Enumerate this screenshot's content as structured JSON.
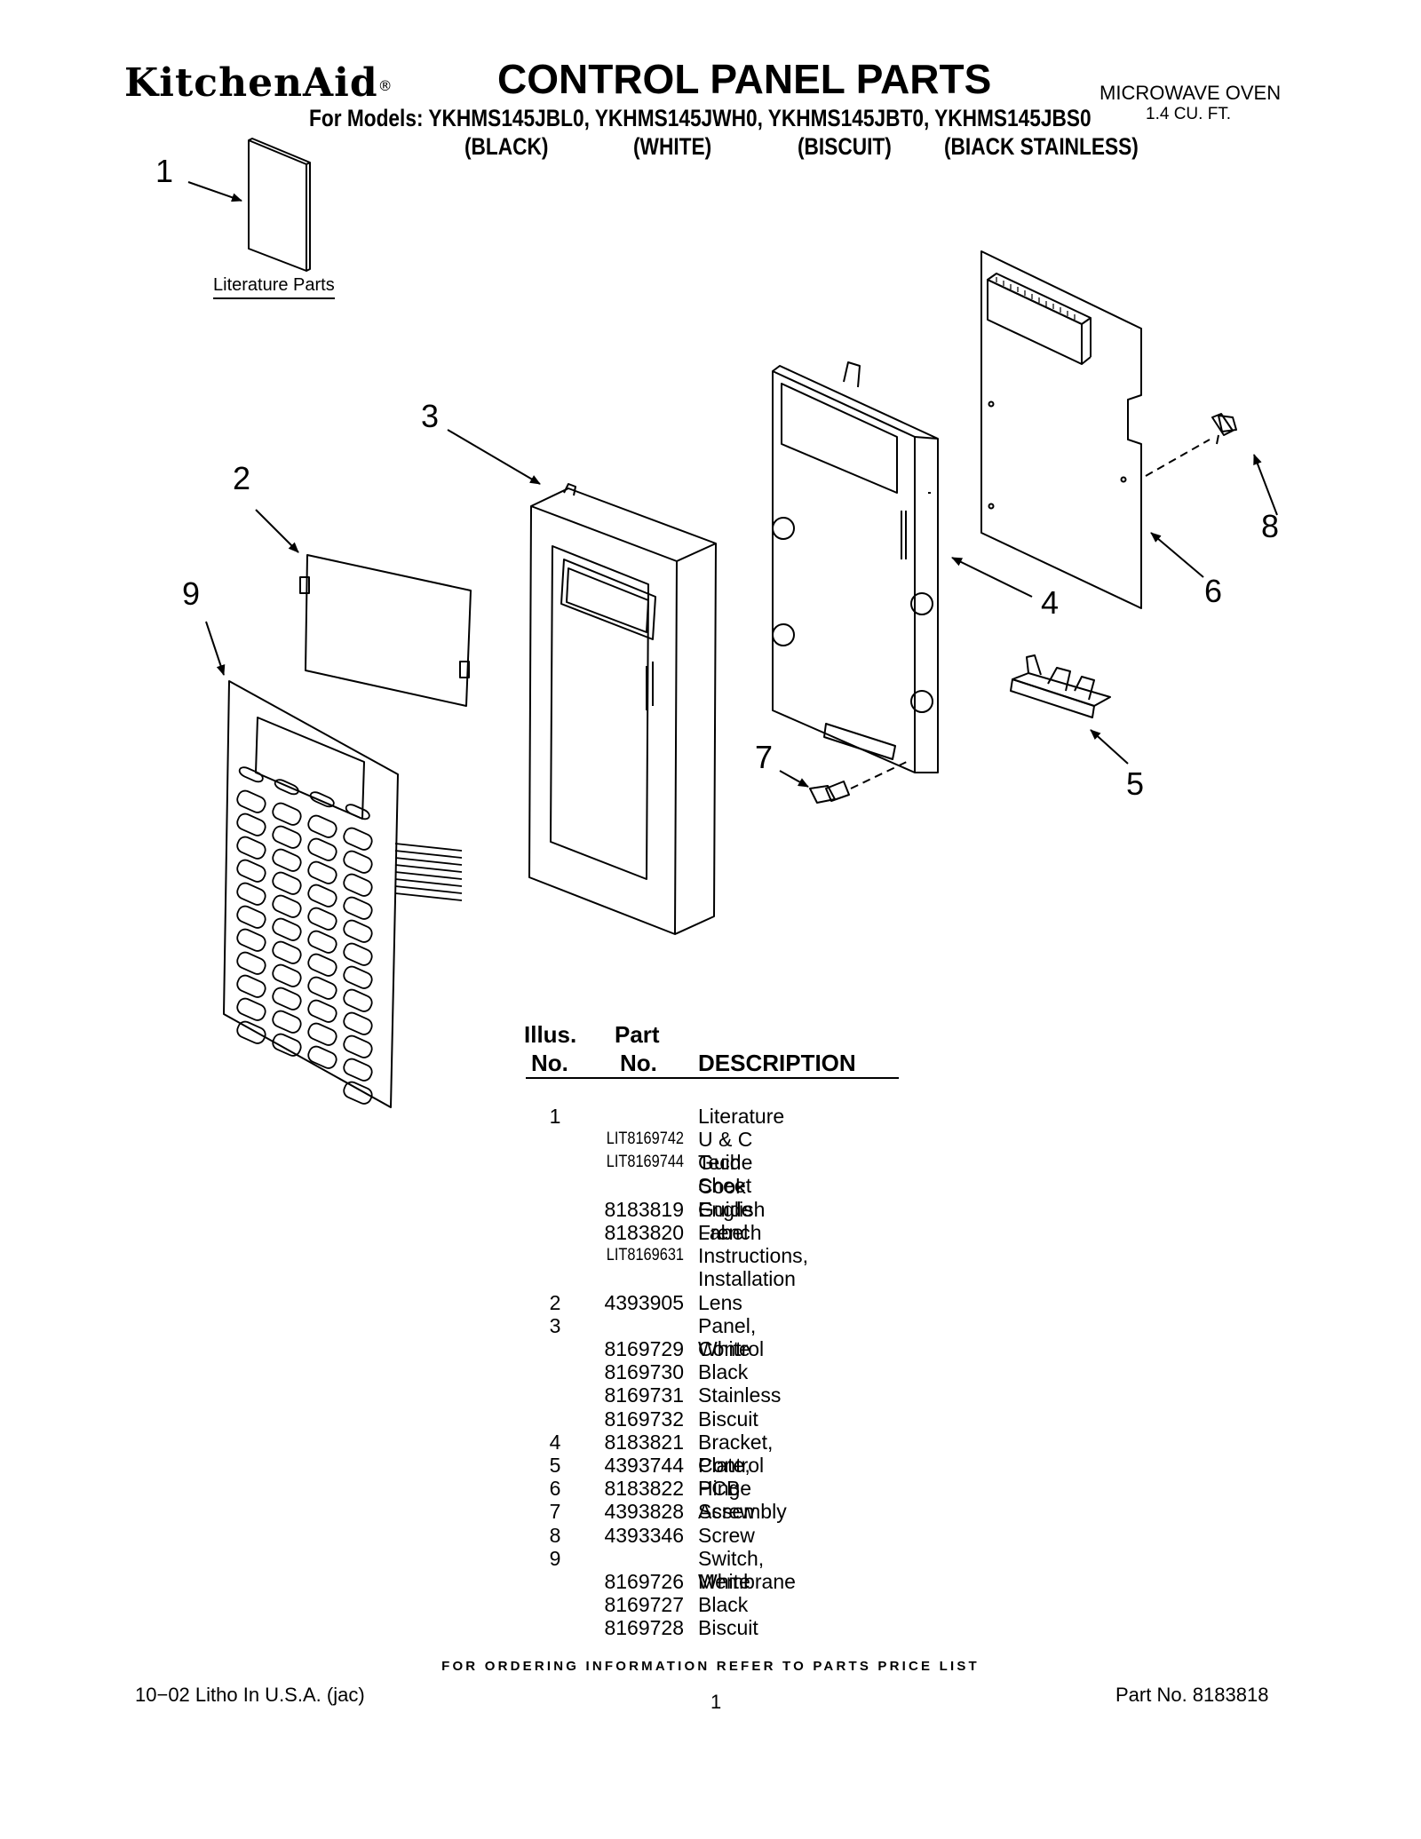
{
  "header": {
    "brand": "KitchenAid",
    "brand_mark": "®",
    "title": "CONTROL PANEL PARTS",
    "product_line1": "MICROWAVE OVEN",
    "product_line2": "1.4 CU. FT.",
    "models": "For Models: YKHMS145JBL0, YKHMS145JWH0, YKHMS145JBT0, YKHMS145JBS0",
    "colors": [
      "(BLACK)",
      "(WHITE)",
      "(BISCUIT)",
      "(BIACK STAINLESS)"
    ]
  },
  "diagram": {
    "literature_label": "Literature Parts",
    "callouts": [
      "1",
      "2",
      "3",
      "4",
      "5",
      "6",
      "7",
      "8",
      "9"
    ]
  },
  "parts_table": {
    "col_illus": [
      "Illus.",
      "No."
    ],
    "col_part": [
      "Part",
      "No."
    ],
    "col_desc": "DESCRIPTION",
    "rows": [
      {
        "illus": "1",
        "part": "",
        "desc": "Literature"
      },
      {
        "illus": "",
        "part": "LIT8169742",
        "desc": "U & C Guide"
      },
      {
        "illus": "",
        "part": "LIT8169744",
        "desc": "Tech Sheet"
      },
      {
        "illus": "",
        "part": "",
        "desc": "Cook Guide Label"
      },
      {
        "illus": "",
        "part": "8183819",
        "desc": "English"
      },
      {
        "illus": "",
        "part": "8183820",
        "desc": "French"
      },
      {
        "illus": "",
        "part": "LIT8169631",
        "desc": "Instructions,"
      },
      {
        "illus": "",
        "part": "",
        "desc": "Installation"
      },
      {
        "illus": "2",
        "part": "4393905",
        "desc": "Lens"
      },
      {
        "illus": "3",
        "part": "",
        "desc": "Panel, Control"
      },
      {
        "illus": "",
        "part": "8169729",
        "desc": "White"
      },
      {
        "illus": "",
        "part": "8169730",
        "desc": "Black"
      },
      {
        "illus": "",
        "part": "8169731",
        "desc": "Stainless"
      },
      {
        "illus": "",
        "part": "8169732",
        "desc": "Biscuit"
      },
      {
        "illus": "4",
        "part": "8183821",
        "desc": "Bracket, Control"
      },
      {
        "illus": "5",
        "part": "4393744",
        "desc": "Plate, Hinge"
      },
      {
        "illus": "6",
        "part": "8183822",
        "desc": "PCB Assembly"
      },
      {
        "illus": "7",
        "part": "4393828",
        "desc": "Screw"
      },
      {
        "illus": "8",
        "part": "4393346",
        "desc": "Screw"
      },
      {
        "illus": "9",
        "part": "",
        "desc": "Switch, Membrane"
      },
      {
        "illus": "",
        "part": "8169726",
        "desc": "White"
      },
      {
        "illus": "",
        "part": "8169727",
        "desc": "Black"
      },
      {
        "illus": "",
        "part": "8169728",
        "desc": "Biscuit"
      }
    ]
  },
  "footer": {
    "ordering_note": "FOR ORDERING INFORMATION REFER TO PARTS PRICE LIST",
    "litho": "10−02 Litho In U.S.A. (jac)",
    "page_number": "1",
    "part_no": "Part No. 8183818"
  }
}
